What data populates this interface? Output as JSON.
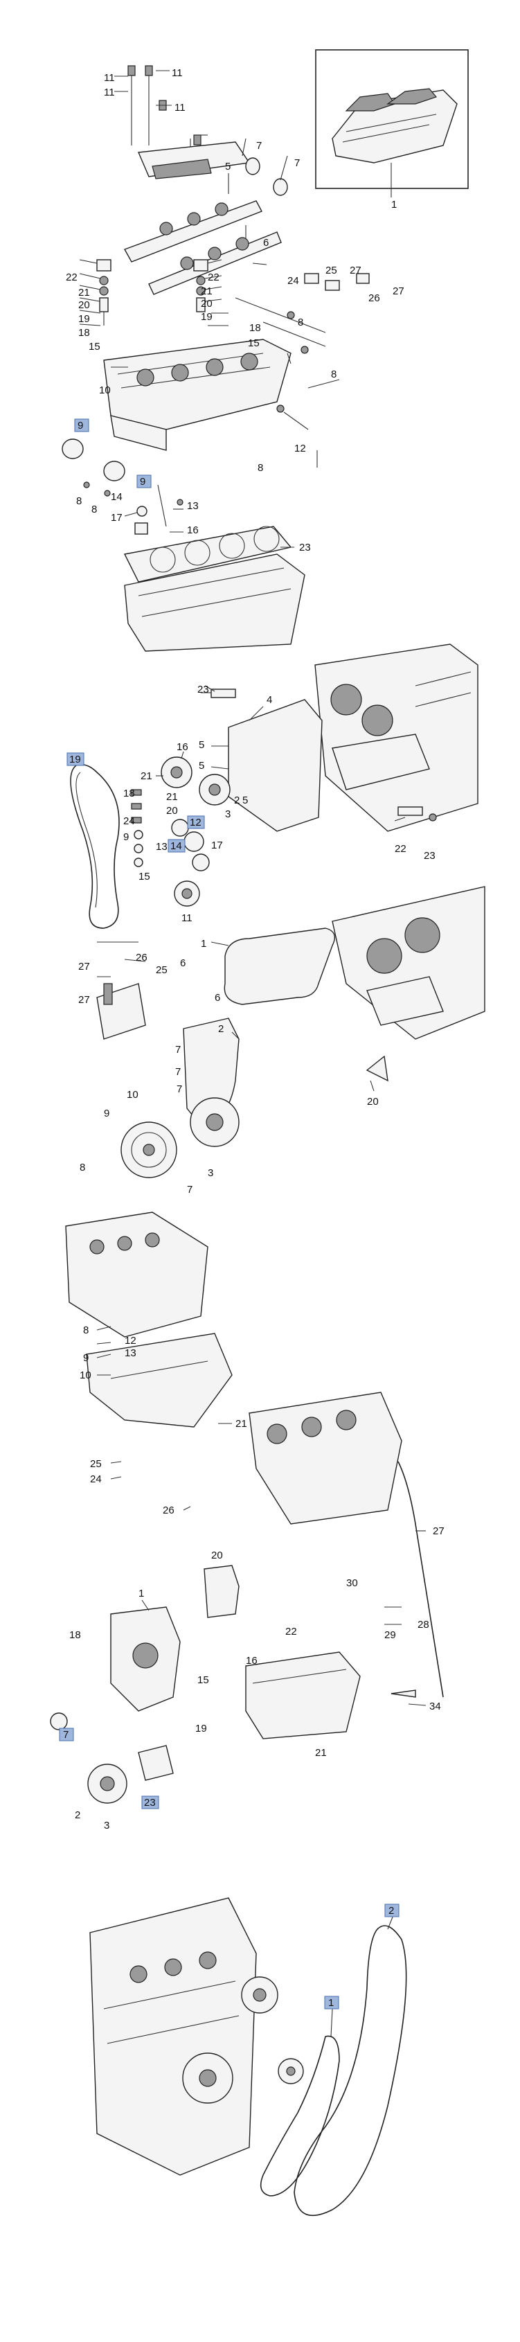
{
  "sections": [
    {
      "id": "cylinder-head",
      "labels": [
        "11",
        "11",
        "11",
        "11",
        "7",
        "7",
        "5",
        "6",
        "1",
        "22",
        "21",
        "20",
        "19",
        "18",
        "15",
        "22",
        "21",
        "20",
        "19",
        "18",
        "15",
        "24",
        "25",
        "27",
        "26",
        "27",
        "8",
        "8",
        "10",
        "9",
        "9",
        "8",
        "8",
        "14",
        "13",
        "16",
        "17",
        "12",
        "8",
        "23"
      ],
      "highlighted": [
        "9",
        "9"
      ]
    },
    {
      "id": "timing-belt",
      "labels": [
        "23",
        "4",
        "16",
        "5",
        "5",
        "21",
        "21",
        "5",
        "18",
        "24",
        "20",
        "3",
        "2",
        "12",
        "9",
        "17",
        "14",
        "13",
        "15",
        "11",
        "22",
        "23",
        "19"
      ],
      "highlighted": [
        "19",
        "12",
        "14"
      ]
    },
    {
      "id": "timing-cover",
      "labels": [
        "1",
        "6",
        "6",
        "27",
        "26",
        "25",
        "27",
        "2",
        "7",
        "7",
        "10",
        "9",
        "7",
        "3",
        "8",
        "20",
        "7"
      ],
      "highlighted": []
    },
    {
      "id": "oil-pump-and-pan",
      "labels": [
        "8",
        "12",
        "9",
        "13",
        "10",
        "21",
        "25",
        "24",
        "26",
        "20",
        "27",
        "1",
        "18",
        "22",
        "30",
        "16",
        "15",
        "29",
        "28",
        "7",
        "19",
        "21",
        "34",
        "2",
        "3",
        "23"
      ],
      "highlighted": [
        "7",
        "23"
      ]
    },
    {
      "id": "drive-belt",
      "labels": [
        "2",
        "1"
      ],
      "highlighted": [
        "2",
        "1"
      ]
    }
  ]
}
